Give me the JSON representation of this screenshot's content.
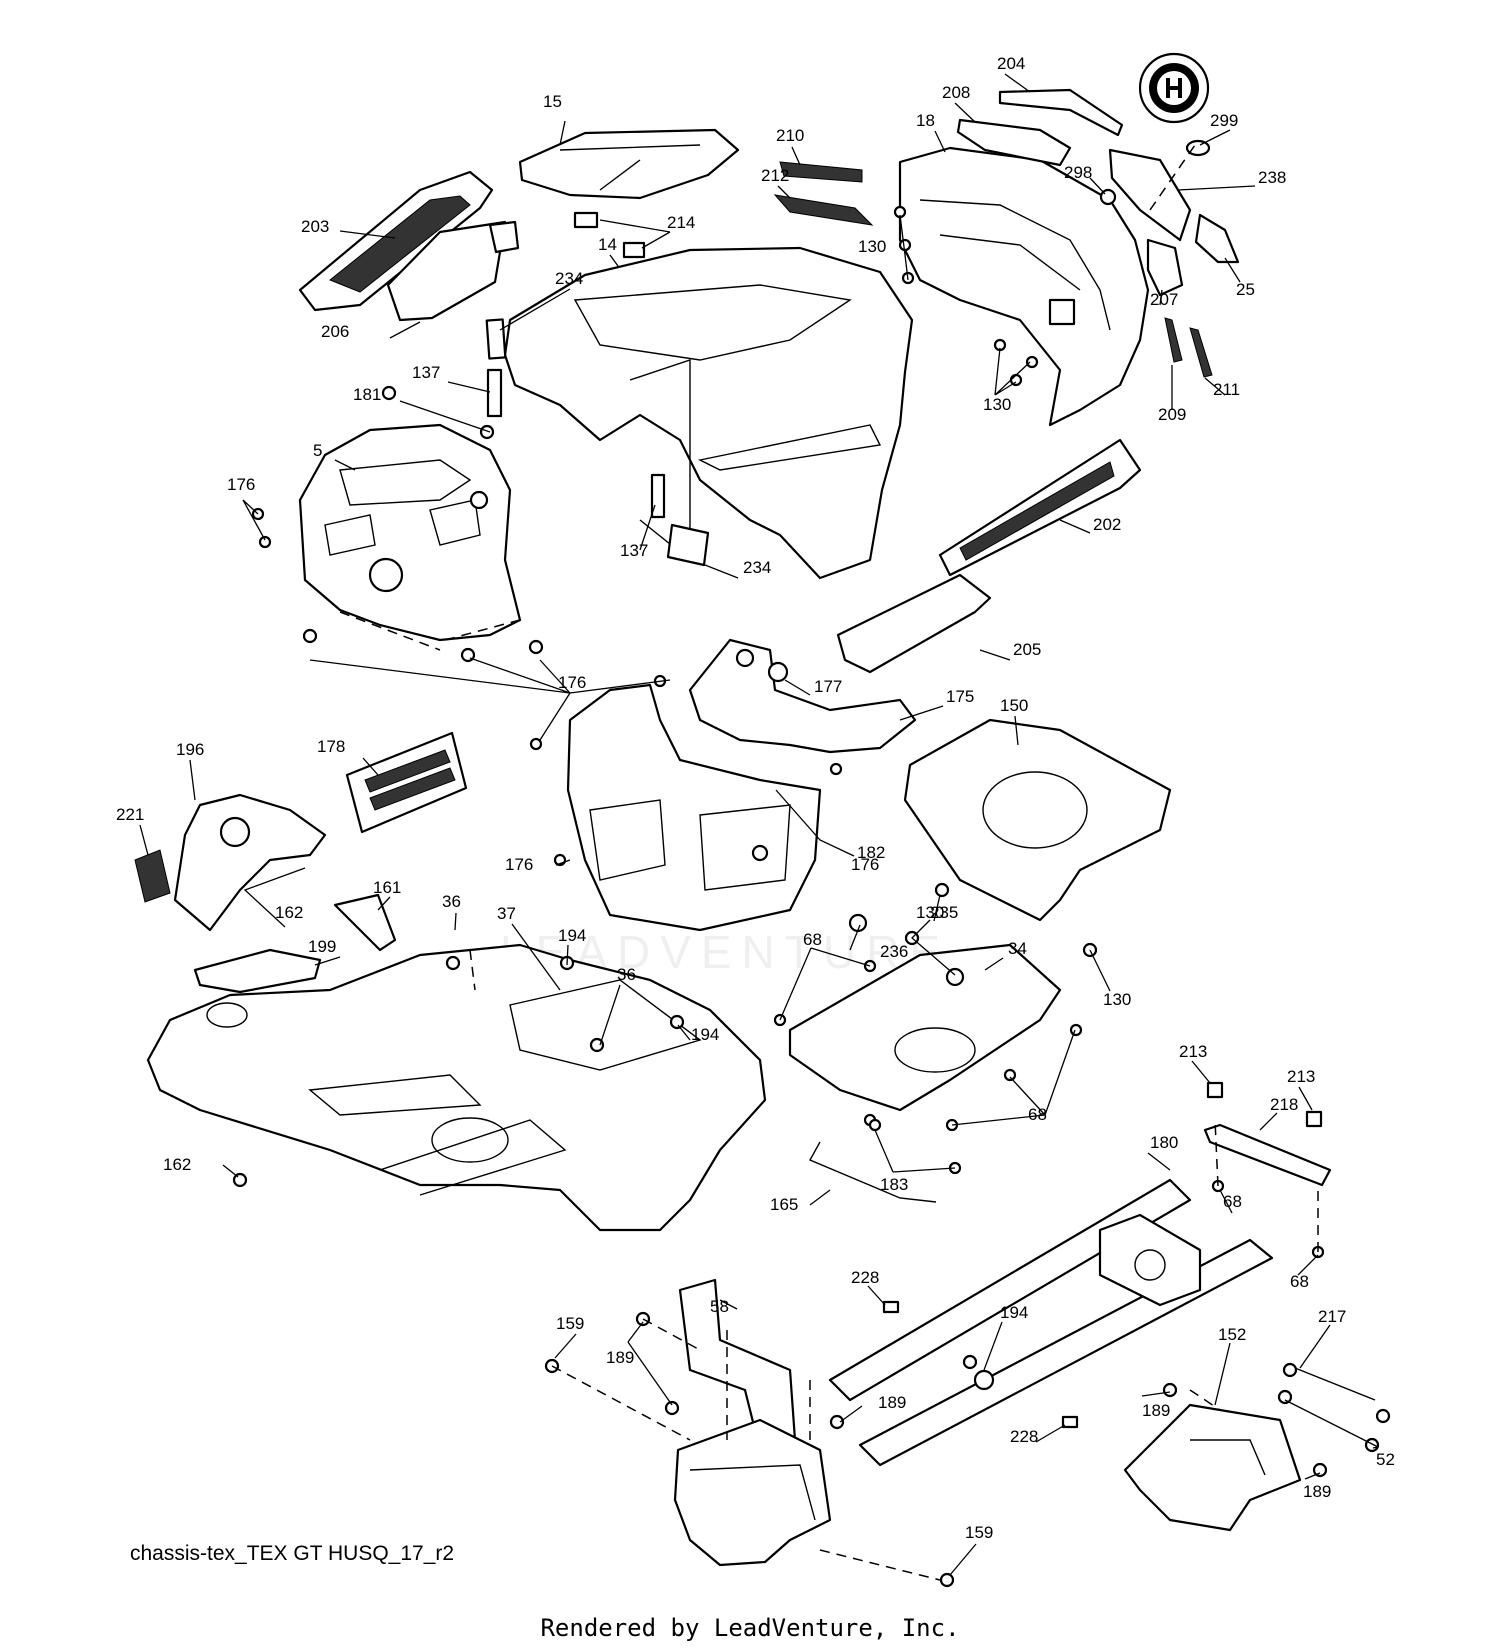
{
  "caption": "chassis-tex_TEX GT HUSQ_17_r2",
  "footer": "Rendered by LeadVenture, Inc.",
  "watermark": "LEADVENTURE",
  "part_numbers": [
    "15",
    "204",
    "208",
    "18",
    "299",
    "238",
    "298",
    "210",
    "212",
    "214",
    "203",
    "14",
    "130",
    "25",
    "207",
    "234",
    "206",
    "209",
    "211",
    "137",
    "181",
    "5",
    "130",
    "176",
    "202",
    "137",
    "234",
    "205",
    "176",
    "177",
    "175",
    "150",
    "178",
    "196",
    "221",
    "176",
    "176",
    "182",
    "130",
    "162",
    "161",
    "36",
    "37",
    "194",
    "235",
    "68",
    "236",
    "34",
    "199",
    "36",
    "194",
    "130",
    "68",
    "213",
    "213",
    "218",
    "162",
    "183",
    "165",
    "180",
    "68",
    "68",
    "228",
    "58",
    "194",
    "217",
    "152",
    "159",
    "189",
    "189",
    "189",
    "52",
    "228",
    "189",
    "159"
  ]
}
